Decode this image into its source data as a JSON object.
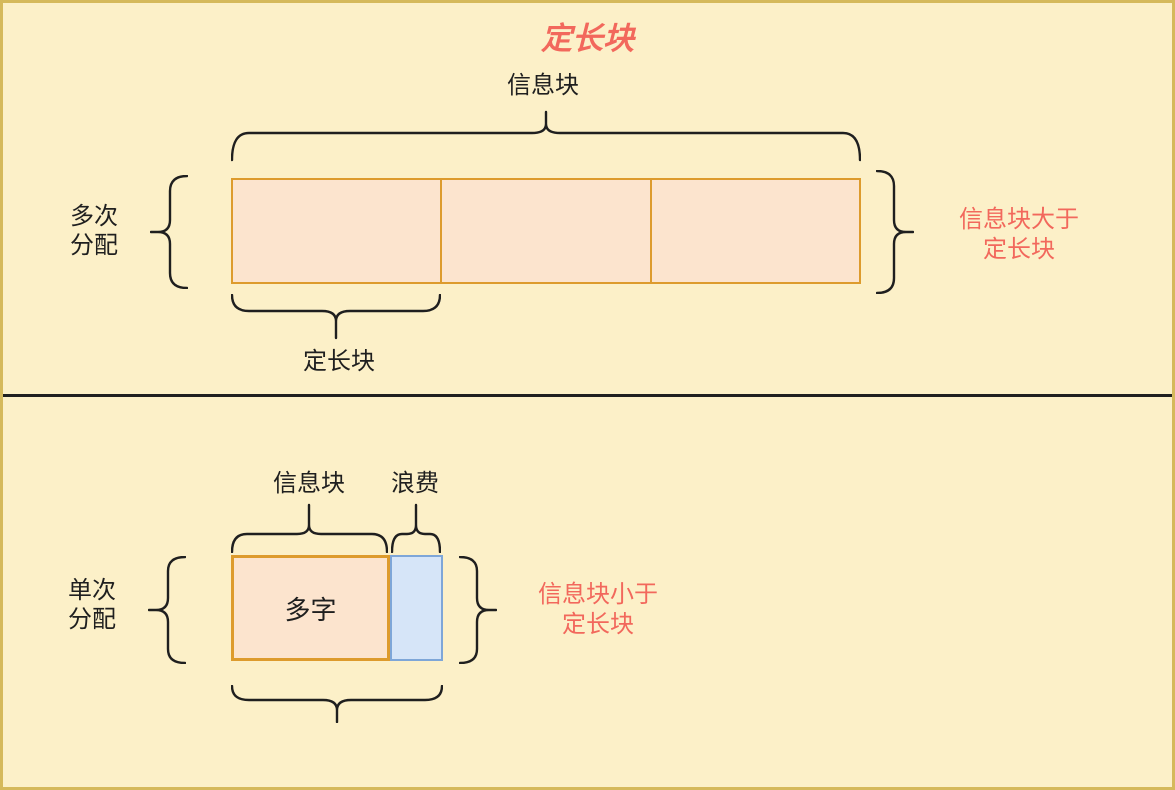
{
  "colors": {
    "background": "#FCF0C8",
    "outer-border": "#D5B95B",
    "accent-red": "#F2685C",
    "block-border": "#DD9B2D",
    "block-fill": "#FCE4CE",
    "waste-fill": "#D6E5F8",
    "waste-border": "#7EA6D8",
    "line": "#1F1F1F"
  },
  "title": "定长块",
  "top_section": {
    "info_block_label": "信息块",
    "alloc_label": "多次\n分配",
    "right_note": "信息块大于\n定长块",
    "fixed_block_label": "定长块"
  },
  "bottom_section": {
    "info_block_label": "信息块",
    "waste_label": "浪费",
    "alloc_label": "单次\n分配",
    "block_text": "多字",
    "right_note": "信息块小于\n定长块"
  }
}
